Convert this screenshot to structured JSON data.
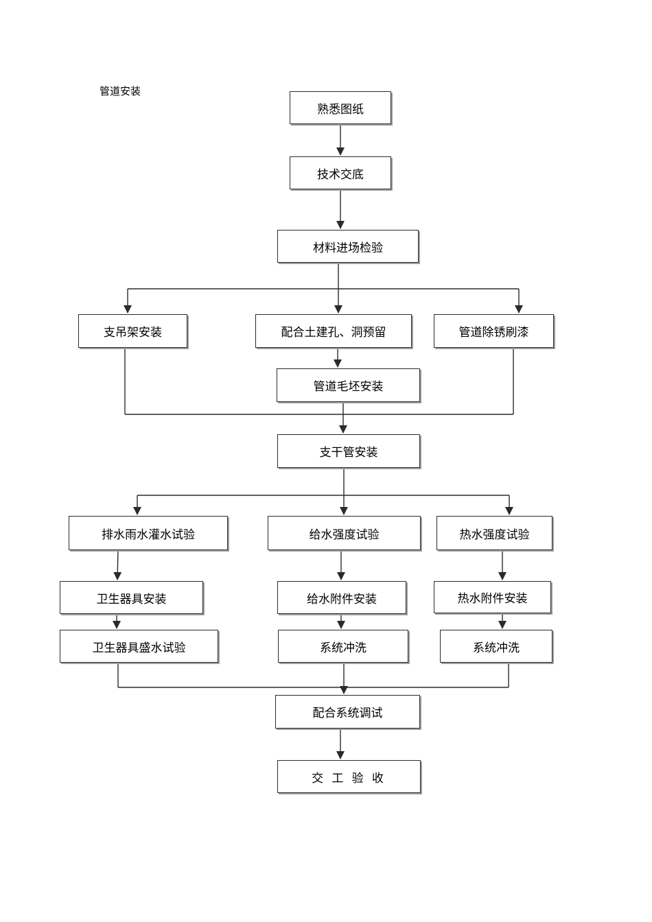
{
  "page": {
    "title": "管道安装",
    "background_color": "#ffffff",
    "line_color": "#2b2b2b",
    "box_shadow_color": "#9e9e9e",
    "text_color": "#000000"
  },
  "flowchart": {
    "type": "flowchart",
    "direction": "top-down",
    "nodes": [
      {
        "id": "familiarize-drawings",
        "label": "熟悉图纸"
      },
      {
        "id": "technical-disclosure",
        "label": "技术交底"
      },
      {
        "id": "material-entry-inspection",
        "label": "材料进场检验"
      },
      {
        "id": "support-hanger-installation",
        "label": "支吊架安装"
      },
      {
        "id": "civil-hole-reservation",
        "label": "配合土建孔、洞预留"
      },
      {
        "id": "pipe-derusting-painting",
        "label": "管道除锈刷漆"
      },
      {
        "id": "pipe-rough-installation",
        "label": "管道毛坯安装"
      },
      {
        "id": "branch-main-pipe-installation",
        "label": "支干管安装"
      },
      {
        "id": "drain-rainwater-filling-test",
        "label": "排水雨水灌水试验"
      },
      {
        "id": "water-supply-strength-test",
        "label": "给水强度试验"
      },
      {
        "id": "hot-water-strength-test",
        "label": "热水强度试验"
      },
      {
        "id": "sanitary-ware-installation",
        "label": "卫生器具安装"
      },
      {
        "id": "water-supply-accessories-installation",
        "label": "给水附件安装"
      },
      {
        "id": "hot-water-accessories-installation",
        "label": "热水附件安装"
      },
      {
        "id": "sanitary-ware-water-holding-test",
        "label": "卫生器具盛水试验"
      },
      {
        "id": "system-flushing-water-supply",
        "label": "系统冲洗"
      },
      {
        "id": "system-flushing-hot-water",
        "label": "系统冲洗"
      },
      {
        "id": "system-commissioning",
        "label": "配合系统调试"
      },
      {
        "id": "completion-acceptance",
        "label": "交 工 验 收"
      }
    ],
    "edges": [
      {
        "from": "familiarize-drawings",
        "to": "technical-disclosure"
      },
      {
        "from": "technical-disclosure",
        "to": "material-entry-inspection"
      },
      {
        "from": "material-entry-inspection",
        "to": "support-hanger-installation"
      },
      {
        "from": "material-entry-inspection",
        "to": "civil-hole-reservation"
      },
      {
        "from": "material-entry-inspection",
        "to": "pipe-derusting-painting"
      },
      {
        "from": "civil-hole-reservation",
        "to": "pipe-rough-installation"
      },
      {
        "from": "support-hanger-installation",
        "to": "branch-main-pipe-installation"
      },
      {
        "from": "pipe-rough-installation",
        "to": "branch-main-pipe-installation"
      },
      {
        "from": "pipe-derusting-painting",
        "to": "branch-main-pipe-installation"
      },
      {
        "from": "branch-main-pipe-installation",
        "to": "drain-rainwater-filling-test"
      },
      {
        "from": "branch-main-pipe-installation",
        "to": "water-supply-strength-test"
      },
      {
        "from": "branch-main-pipe-installation",
        "to": "hot-water-strength-test"
      },
      {
        "from": "drain-rainwater-filling-test",
        "to": "sanitary-ware-installation"
      },
      {
        "from": "water-supply-strength-test",
        "to": "water-supply-accessories-installation"
      },
      {
        "from": "hot-water-strength-test",
        "to": "hot-water-accessories-installation"
      },
      {
        "from": "sanitary-ware-installation",
        "to": "sanitary-ware-water-holding-test"
      },
      {
        "from": "water-supply-accessories-installation",
        "to": "system-flushing-water-supply"
      },
      {
        "from": "hot-water-accessories-installation",
        "to": "system-flushing-hot-water"
      },
      {
        "from": "sanitary-ware-water-holding-test",
        "to": "system-commissioning"
      },
      {
        "from": "system-flushing-water-supply",
        "to": "system-commissioning"
      },
      {
        "from": "system-flushing-hot-water",
        "to": "system-commissioning"
      },
      {
        "from": "system-commissioning",
        "to": "completion-acceptance"
      }
    ]
  }
}
